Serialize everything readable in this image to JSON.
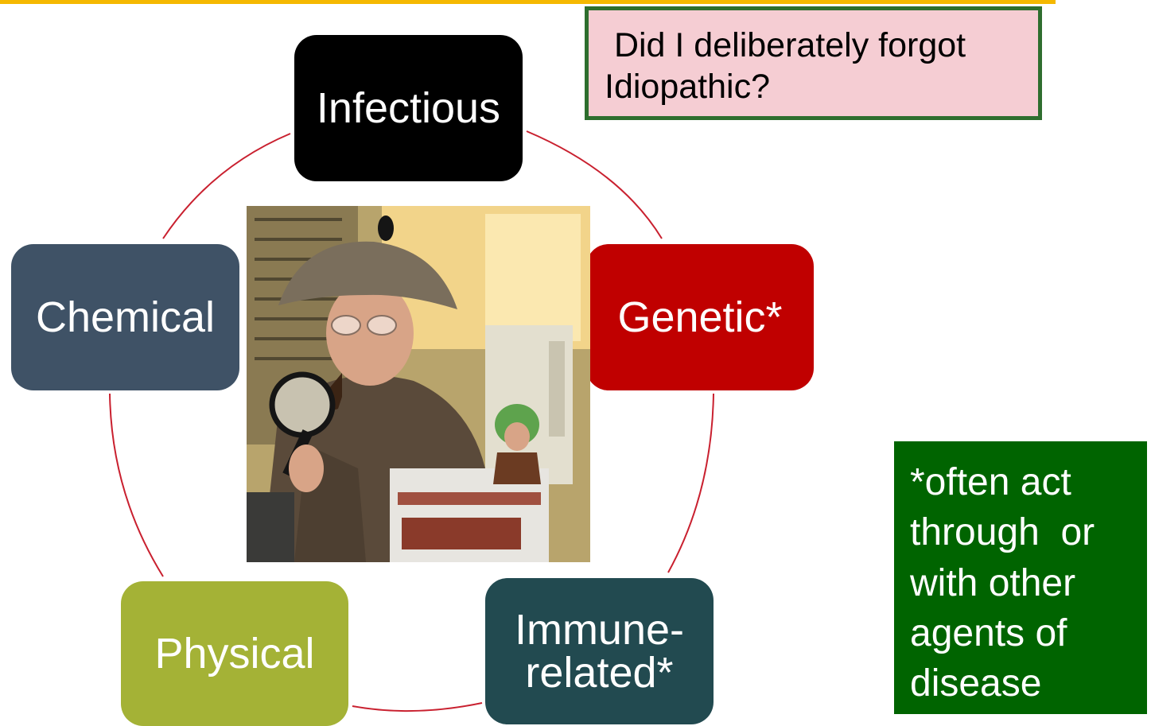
{
  "colors": {
    "accent_rule": "#f5b800",
    "cycle_line": "#c9202f",
    "callout_fill": "#f5cdd3",
    "callout_border": "#2e6e2e",
    "note_fill": "#006400"
  },
  "cycle": {
    "nodes": [
      {
        "id": "infectious",
        "label": "Infectious",
        "color": "#000000"
      },
      {
        "id": "genetic",
        "label": "Genetic*",
        "color": "#c00000"
      },
      {
        "id": "immune",
        "lines": [
          "Immune-",
          "related*"
        ],
        "color": "#224a50"
      },
      {
        "id": "physical",
        "label": "Physical",
        "color": "#a4b236"
      },
      {
        "id": "chemical",
        "label": "Chemical",
        "color": "#3f5266"
      }
    ]
  },
  "callout": {
    "lines": [
      " Did I deliberately forgot",
      "Idiopathic?"
    ]
  },
  "note": {
    "lines": [
      "*often act",
      "through  or",
      "with other",
      "agents of",
      "disease"
    ]
  },
  "photo": {
    "icon": "detective-photo"
  }
}
